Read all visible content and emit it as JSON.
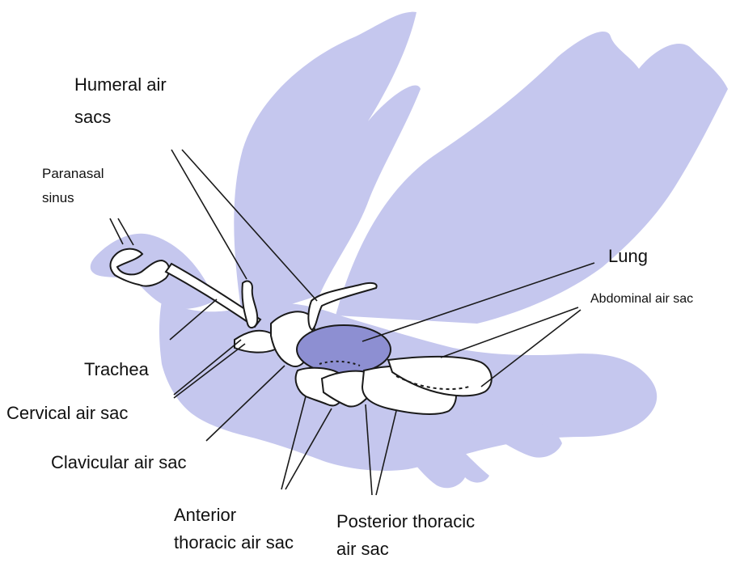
{
  "labels": {
    "humeral_line1": "Humeral air",
    "humeral_line2": "sacs",
    "paranasal_line1": "Paranasal",
    "paranasal_line2": "sinus",
    "lung": "Lung",
    "abdominal": "Abdominal air sac",
    "trachea": "Trachea",
    "cervical": "Cervical air sac",
    "clavicular": "Clavicular air sac",
    "anterior_line1": "Anterior",
    "anterior_line2": "thoracic air sac",
    "posterior_line1": "Posterior thoracic",
    "posterior_line2": "air sac"
  },
  "colors": {
    "silhouette": "#c5c7ee",
    "lung": "#8d8fd2",
    "sac_fill": "#ffffff",
    "outline": "#1a1a1a"
  }
}
